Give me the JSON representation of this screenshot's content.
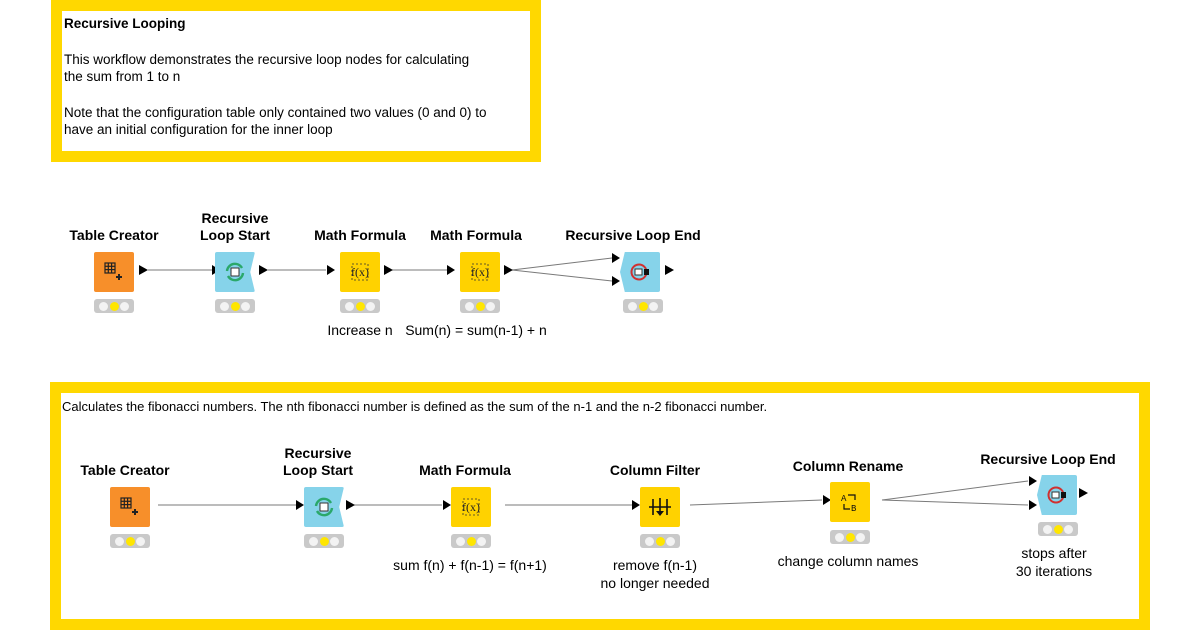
{
  "annotations": {
    "top": {
      "title": "Recursive Looping",
      "line1": "This workflow demonstrates the recursive loop nodes for calculating",
      "line2": "the sum from 1 to n",
      "line3": "Note that the configuration table only contained two values (0 and 0) to",
      "line4": "have an initial configuration for the inner loop"
    },
    "bottom": {
      "text": "Calculates the fibonacci numbers. The nth fibonacci number is defined as the sum of the n-1 and the n-2 fibonacci number."
    }
  },
  "workflow1": {
    "table_creator": {
      "line1": "Table Creator"
    },
    "loop_start": {
      "line1": "Recursive",
      "line2": "Loop Start"
    },
    "math1": {
      "line1": "Math Formula",
      "comment1": "Increase n"
    },
    "math2": {
      "line1": "Math Formula",
      "comment1": "Sum(n) = sum(n-1) + n"
    },
    "loop_end": {
      "line1": "Recursive Loop End"
    }
  },
  "workflow2": {
    "table_creator": {
      "line1": "Table Creator"
    },
    "loop_start": {
      "line1": "Recursive",
      "line2": "Loop Start"
    },
    "math": {
      "line1": "Math Formula",
      "comment1": "sum f(n) + f(n-1) = f(n+1)"
    },
    "column_filter": {
      "line1": "Column Filter",
      "comment1": "remove f(n-1)",
      "comment2": "no longer needed"
    },
    "column_rename": {
      "line1": "Column Rename",
      "comment1": "change column names"
    },
    "loop_end": {
      "line1": "Recursive Loop End",
      "comment1": "stops after",
      "comment2": "30 iterations"
    }
  },
  "colors": {
    "annotation_border": "#ffd800",
    "source_node": "#f78f2a",
    "manipulator_node": "#ffd200",
    "loop_node": "#86d3ea",
    "status_light": "#ffe600"
  },
  "icons": {
    "table_creator": "table-grid-icon",
    "loop_start": "loop-start-icon",
    "math_formula": "function-fx-icon",
    "column_filter": "column-filter-icon",
    "column_rename": "column-rename-icon",
    "loop_end": "loop-end-icon"
  }
}
